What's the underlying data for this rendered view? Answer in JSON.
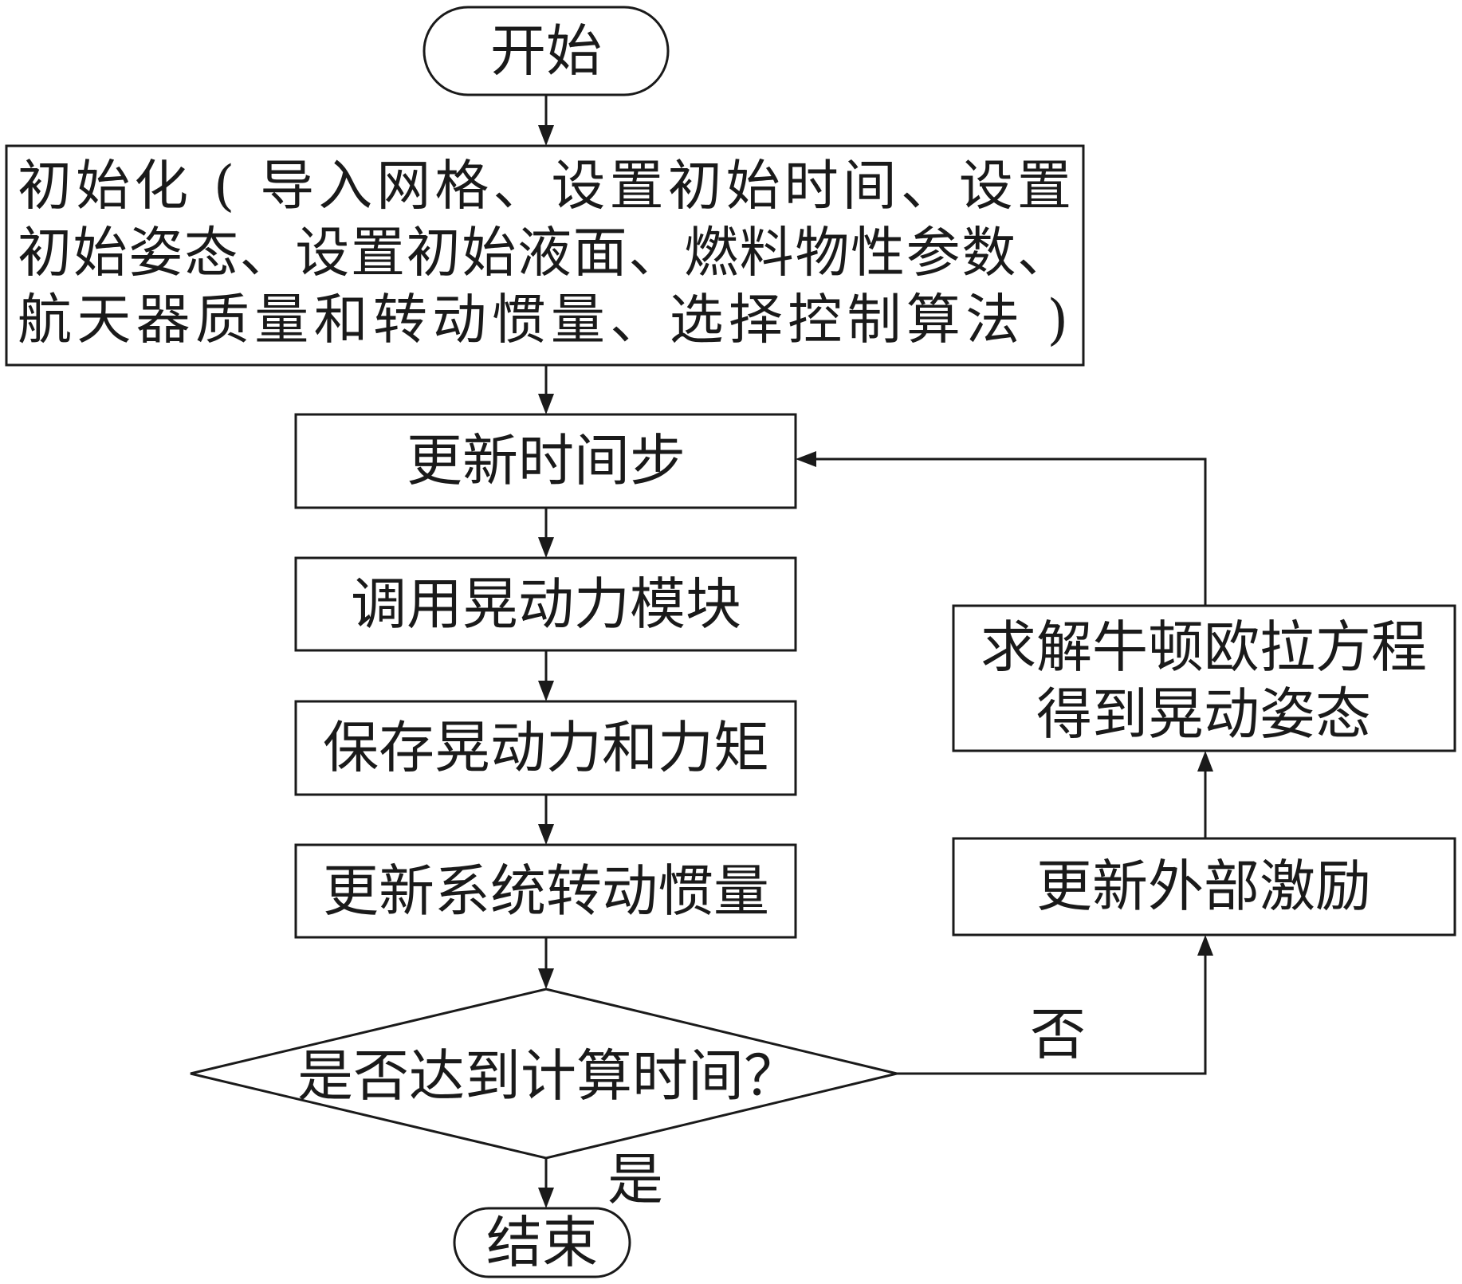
{
  "nodes": {
    "start": "开始",
    "init": {
      "lines": [
        "初始化 ( 导入网格、设置初始时间、设置",
        "初始姿态、设置初始液面、燃料物性参数、",
        "航天器质量和转动惯量、选择控制算法 )"
      ]
    },
    "update_time_step": "更新时间步",
    "call_sloshing_module": "调用晃动力模块",
    "save_force_torque": "保存晃动力和力矩",
    "update_inertia": "更新系统转动惯量",
    "decision": "是否达到计算时间？",
    "end": "结束",
    "update_excitation": "更新外部激励",
    "solve_newton_euler": {
      "lines": [
        "求解牛顿欧拉方程",
        "得到晃动姿态"
      ]
    }
  },
  "labels": {
    "yes": "是",
    "no": "否"
  }
}
